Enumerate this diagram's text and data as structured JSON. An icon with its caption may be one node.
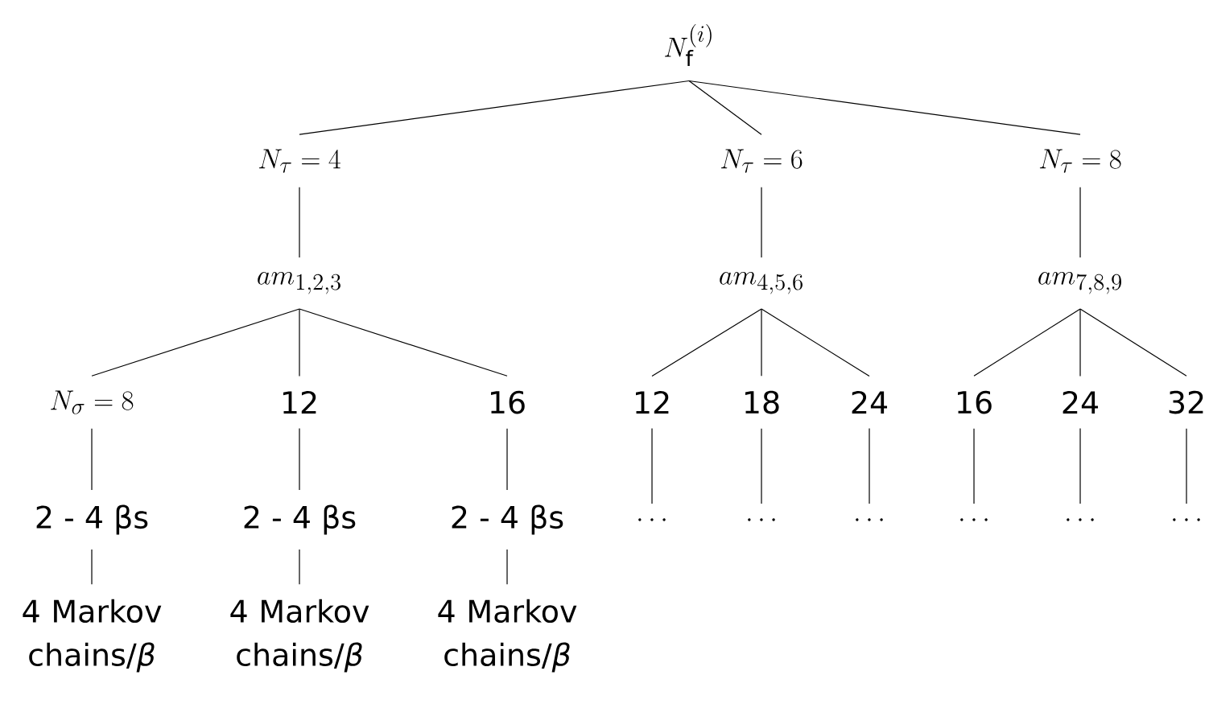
{
  "diagram": {
    "nodes": [
      {
        "text": [
          "N_\\mathrm{f}^{(i)}"
        ]
      },
      {
        "text": [
          "N_\\tau = 4"
        ]
      },
      {
        "text": [
          "N_\\tau = 6"
        ]
      },
      {
        "text": [
          "N_\\tau = 8"
        ]
      },
      {
        "text": [
          "am_{1,2,3}"
        ]
      },
      {
        "text": [
          "am_{4,5,6}"
        ]
      },
      {
        "text": [
          "am_{7,8,9}"
        ]
      },
      {
        "text": [
          "N_\\sigma = 8"
        ]
      },
      {
        "text": [
          "12"
        ]
      },
      {
        "text": [
          "16"
        ]
      },
      {
        "text": [
          "12"
        ]
      },
      {
        "text": [
          "18"
        ]
      },
      {
        "text": [
          "24"
        ]
      },
      {
        "text": [
          "16"
        ]
      },
      {
        "text": [
          "24"
        ]
      },
      {
        "text": [
          "32"
        ]
      },
      {
        "text": [
          "2 - 4 βs"
        ]
      },
      {
        "text": [
          "2 - 4 βs"
        ]
      },
      {
        "text": [
          "2 - 4 βs"
        ]
      },
      {
        "text": [
          "\\dots"
        ]
      },
      {
        "text": [
          "\\dots"
        ]
      },
      {
        "text": [
          "\\dots"
        ]
      },
      {
        "text": [
          "\\dots"
        ]
      },
      {
        "text": [
          "\\dots"
        ]
      },
      {
        "text": [
          "\\dots"
        ]
      },
      {
        "text": [
          "4 Markov chains/*β*"
        ]
      },
      {
        "text": [
          "4 Markov chains/*β*"
        ]
      },
      {
        "text": [
          "4 Markov chains/*β*"
        ]
      }
    ],
    "edges": [
      {
        "from": 0,
        "to": 1,
        "arrow": "none"
      },
      {
        "from": 0,
        "to": 2,
        "arrow": "none"
      },
      {
        "from": 0,
        "to": 3,
        "arrow": "none"
      },
      {
        "from": 1,
        "to": 4,
        "arrow": "none"
      },
      {
        "from": 2,
        "to": 5,
        "arrow": "none"
      },
      {
        "from": 3,
        "to": 6,
        "arrow": "none"
      },
      {
        "from": 4,
        "to": 7,
        "arrow": "none"
      },
      {
        "from": 4,
        "to": 8,
        "arrow": "none"
      },
      {
        "from": 4,
        "to": 9,
        "arrow": "none"
      },
      {
        "from": 5,
        "to": 10,
        "arrow": "none"
      },
      {
        "from": 5,
        "to": 11,
        "arrow": "none"
      },
      {
        "from": 5,
        "to": 12,
        "arrow": "none"
      },
      {
        "from": 6,
        "to": 13,
        "arrow": "none"
      },
      {
        "from": 6,
        "to": 14,
        "arrow": "none"
      },
      {
        "from": 6,
        "to": 15,
        "arrow": "none"
      },
      {
        "from": 7,
        "to": 16,
        "arrow": "none"
      },
      {
        "from": 8,
        "to": 17,
        "arrow": "none"
      },
      {
        "from": 9,
        "to": 18,
        "arrow": "none"
      },
      {
        "from": 10,
        "to": 19,
        "arrow": "none"
      },
      {
        "from": 11,
        "to": 20,
        "arrow": "none"
      },
      {
        "from": 12,
        "to": 21,
        "arrow": "none"
      },
      {
        "from": 13,
        "to": 22,
        "arrow": "none"
      },
      {
        "from": 14,
        "to": 23,
        "arrow": "none"
      },
      {
        "from": 15,
        "to": 24,
        "arrow": "none"
      },
      {
        "from": 16,
        "to": 25,
        "arrow": "none"
      },
      {
        "from": 17,
        "to": 26,
        "arrow": "none"
      },
      {
        "from": 18,
        "to": 27,
        "arrow": "none"
      }
    ]
  }
}
